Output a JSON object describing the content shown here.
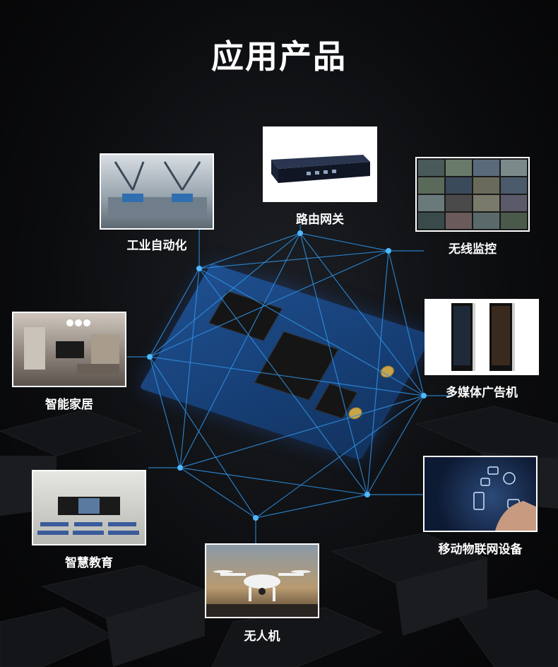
{
  "page": {
    "title": "应用产品"
  },
  "applications": [
    {
      "id": "industrial",
      "label": "工业自动化"
    },
    {
      "id": "router",
      "label": "路由网关"
    },
    {
      "id": "surveillance",
      "label": "无线监控"
    },
    {
      "id": "smart-home",
      "label": "智能家居"
    },
    {
      "id": "ad-display",
      "label": "多媒体广告机"
    },
    {
      "id": "education",
      "label": "智慧教育"
    },
    {
      "id": "iot",
      "label": "移动物联网设备"
    },
    {
      "id": "drone",
      "label": "无人机"
    }
  ],
  "colors": {
    "background": "#0b0c0e",
    "network_line": "#2f8fe0",
    "network_node": "#4fb8ff",
    "board_blue": "#1f4f8f"
  }
}
